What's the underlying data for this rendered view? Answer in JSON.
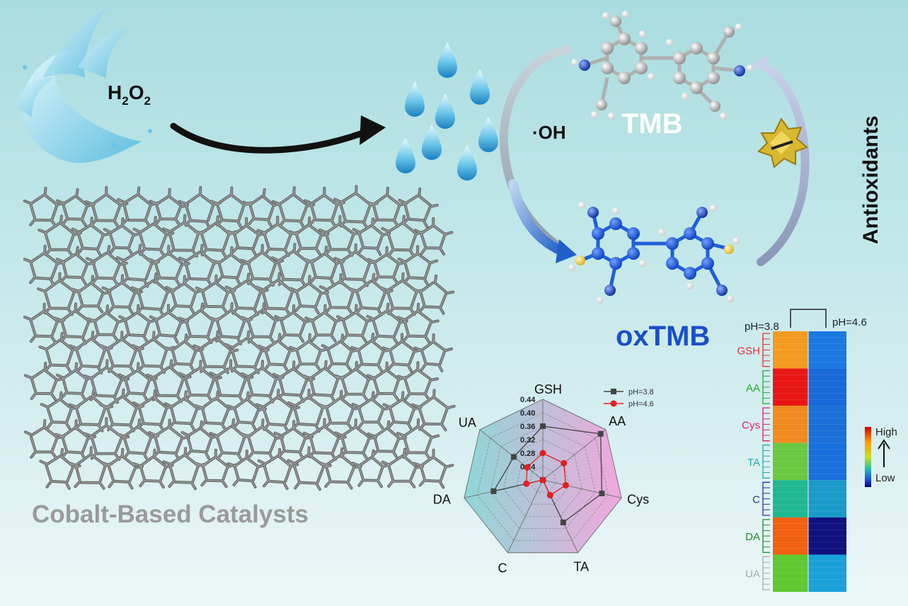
{
  "reaction": {
    "h2o2_main": "H",
    "h2o2_sub1": "2",
    "h2o2_mid": "O",
    "h2o2_sub2": "2",
    "radical": "·OH",
    "tmb": "TMB",
    "oxtmb": "oxTMB",
    "antioxidants": "Antioxidants"
  },
  "framework": {
    "caption": "Cobalt-Based Catalysts"
  },
  "radar": {
    "legend": [
      "pH=3.8",
      "pH=4.6"
    ],
    "ticks": [
      "0.24",
      "0.28",
      "0.32",
      "0.36",
      "0.40",
      "0.44"
    ],
    "colors": {
      "pH38": "#444444",
      "pH46": "#e02020"
    }
  },
  "heatmap": {
    "col_labels": [
      "pH=3.8",
      "pH=4.6"
    ],
    "scale_high": "High",
    "scale_low": "Low",
    "groups": [
      {
        "label": "GSH",
        "color": "#e03030"
      },
      {
        "label": "AA",
        "color": "#22aa33"
      },
      {
        "label": "Cys",
        "color": "#dd2266"
      },
      {
        "label": "TA",
        "color": "#22aaaa"
      },
      {
        "label": "C",
        "color": "#223399"
      },
      {
        "label": "DA",
        "color": "#228833"
      },
      {
        "label": "UA",
        "color": "#aaaaaa"
      }
    ]
  },
  "chart_data": {
    "type": "radar",
    "axes": [
      "GSH",
      "AA",
      "Cys",
      "TA",
      "C",
      "DA",
      "UA"
    ],
    "range": [
      0.2,
      0.44
    ],
    "series": [
      {
        "name": "pH=3.8",
        "values": [
          0.36,
          0.42,
          0.38,
          0.34,
          0.2,
          0.35,
          0.31
        ]
      },
      {
        "name": "pH=4.6",
        "values": [
          0.28,
          0.28,
          0.27,
          0.25,
          0.2,
          0.25,
          0.26
        ]
      }
    ],
    "legend_position": "top-right",
    "grid": true
  }
}
